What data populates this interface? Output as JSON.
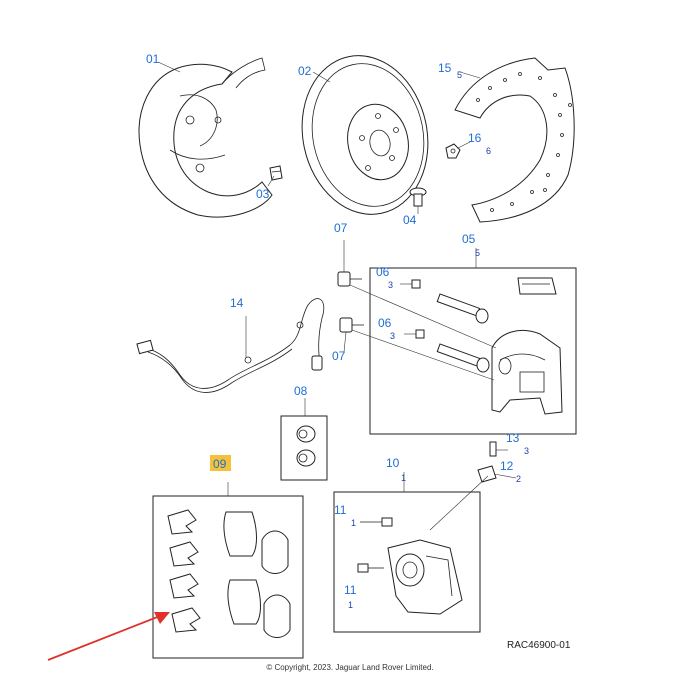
{
  "callouts": {
    "c01": "01",
    "c02": "02",
    "c03": "03",
    "c04": "04",
    "c05": "05",
    "c06a": "06",
    "c06b": "06",
    "c07a": "07",
    "c07b": "07",
    "c08": "08",
    "c09": "09",
    "c10": "10",
    "c11a": "11",
    "c11b": "11",
    "c12": "12",
    "c13": "13",
    "c14": "14",
    "c15": "15",
    "c16": "16"
  },
  "sublabels": {
    "s05": "5",
    "s06a": "3",
    "s06b": "3",
    "s10": "1",
    "s11a": "1",
    "s11b": "1",
    "s12": "2",
    "s13": "3",
    "s15": "5",
    "s16": "6"
  },
  "reference_code": "RAC46900-01",
  "copyright": "© Copyright, 2023. Jaguar Land Rover Limited.",
  "colors": {
    "callout": "#1f6fd1",
    "highlight": "#f3c13a",
    "arrow": "#e0312b"
  }
}
